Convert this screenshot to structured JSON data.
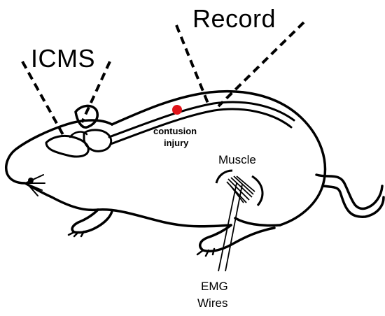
{
  "labels": {
    "icms": "ICMS",
    "record": "Record",
    "injury_line1": "contusion",
    "injury_line2": "injury",
    "muscle": "Muscle",
    "emg_line1": "EMG",
    "emg_line2": "Wires"
  },
  "colors": {
    "outline": "#000000",
    "injury_dot": "#e0141a"
  },
  "icons": {
    "animal": "rat-outline-icon",
    "injury": "red-dot-icon"
  }
}
